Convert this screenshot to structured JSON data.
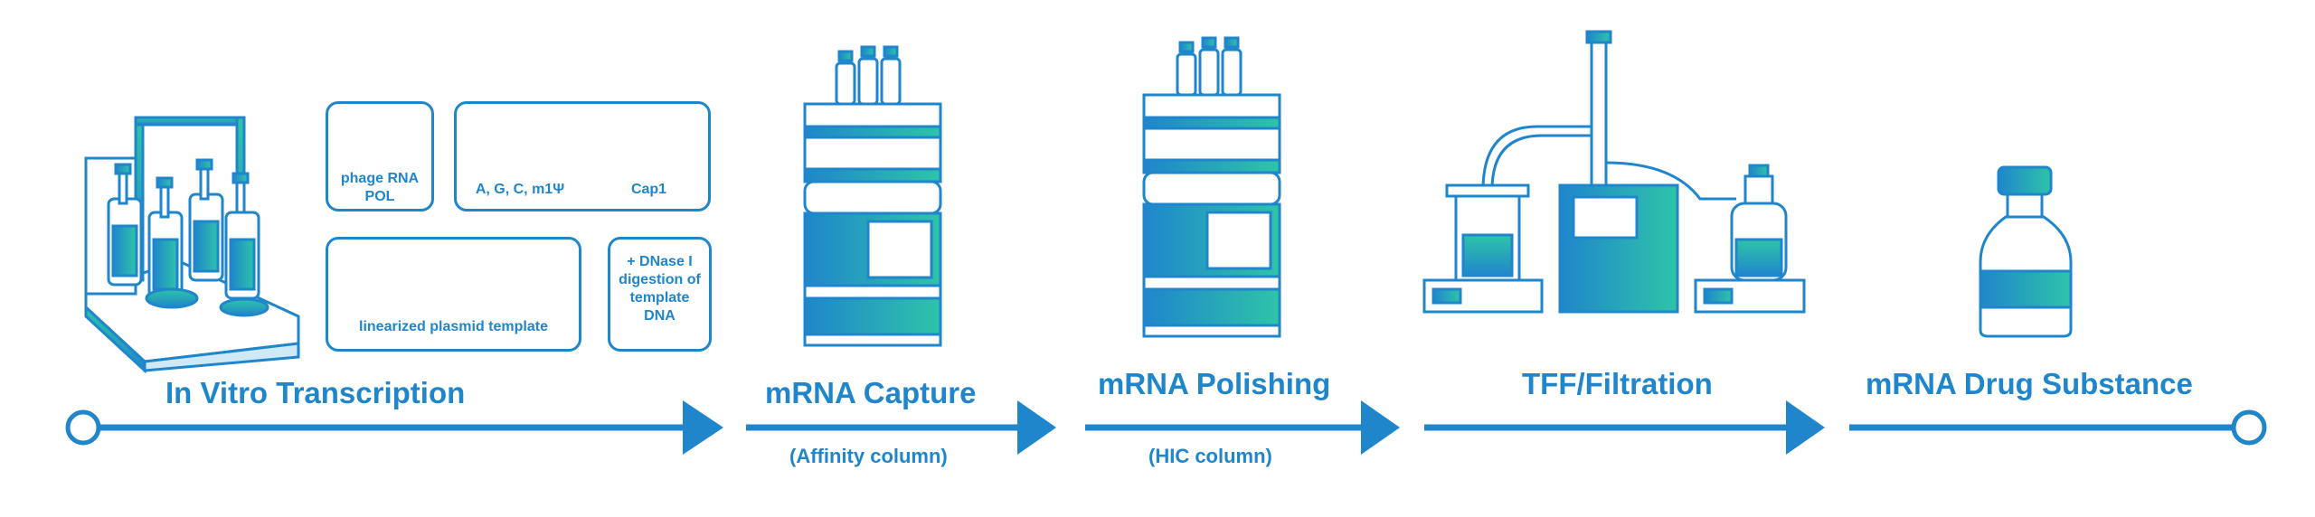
{
  "steps": {
    "ivt": {
      "label": "In Vitro Transcription"
    },
    "capture": {
      "label": "mRNA Capture",
      "sub": "(Affinity column)"
    },
    "polishing": {
      "label": "mRNA Polishing",
      "sub": "(HIC column)"
    },
    "tff": {
      "label": "TFF/Filtration"
    },
    "drug": {
      "label": "mRNA Drug Substance"
    }
  },
  "components": {
    "polymerase": "phage RNA POL",
    "nucleotides": "A, G, C, m1Ψ",
    "cap": "Cap1",
    "plasmid": "linearized plasmid template",
    "dnase": "+ DNase I digestion of template DNA"
  },
  "colors": {
    "primary": "#1f86cc",
    "gradient_start": "#1f86cc",
    "gradient_end": "#2ec4a8"
  }
}
